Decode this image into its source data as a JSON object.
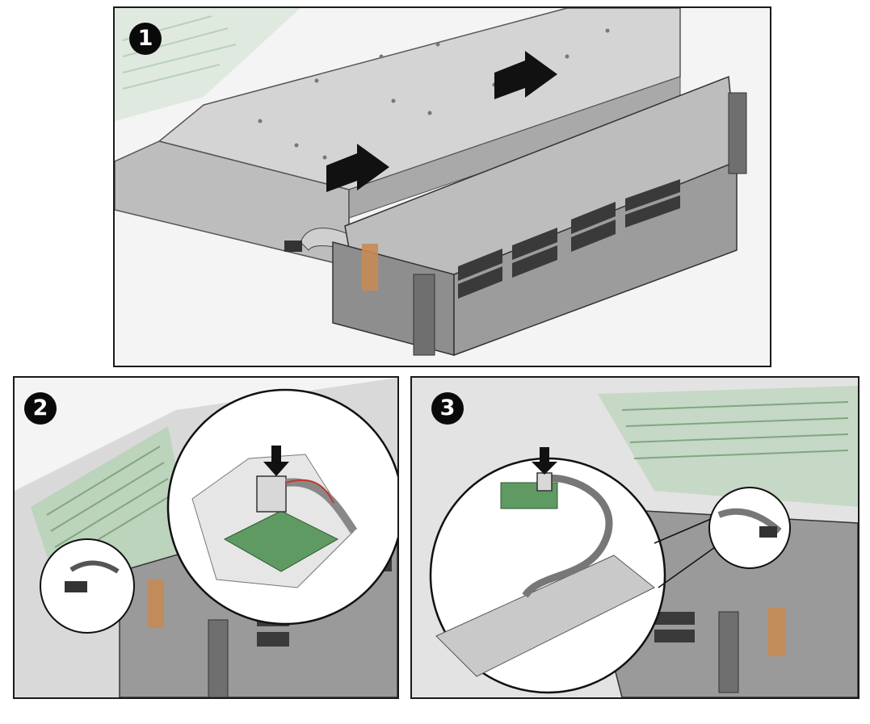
{
  "steps": [
    {
      "number": "1"
    },
    {
      "number": "2"
    },
    {
      "number": "3"
    }
  ],
  "colors": {
    "frame": "#1a1a1a",
    "chassis": "#cfcfcf",
    "chassis_dark": "#7d7d7d",
    "board_green": "#5f9a63",
    "arrow": "#111111",
    "label_tape": "#c68a55"
  }
}
